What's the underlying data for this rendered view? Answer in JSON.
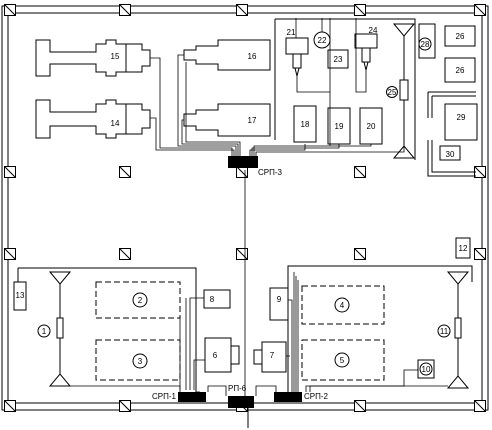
{
  "panels": {
    "srp3": "СРП-3",
    "srp1": "СРП-1",
    "rp6": "РП-6",
    "srp2": "СРП-2"
  },
  "equipment": {
    "e1": "1",
    "e2": "2",
    "e3": "3",
    "e4": "4",
    "e5": "5",
    "e6": "6",
    "e7": "7",
    "e8": "8",
    "e9": "9",
    "e10": "10",
    "e11": "11",
    "e12": "12",
    "e13": "13",
    "e14": "14",
    "e15": "15",
    "e16": "16",
    "e17": "17",
    "e18": "18",
    "e19": "19",
    "e20": "20",
    "e21": "21",
    "e22": "22",
    "e23": "23",
    "e24": "24",
    "e25": "25",
    "e26a": "26",
    "e26b": "26",
    "e28": "28",
    "e29": "29",
    "e30": "30"
  }
}
